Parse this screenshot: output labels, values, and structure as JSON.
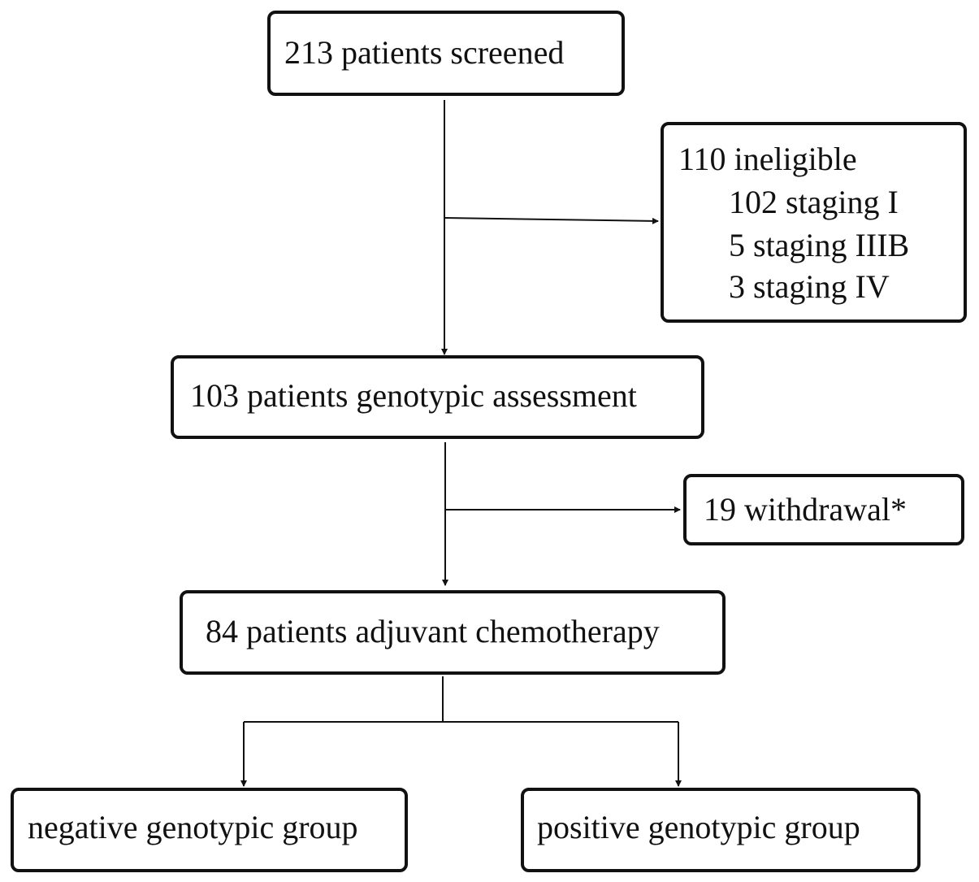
{
  "flowchart": {
    "screened": "213 patients screened",
    "ineligible": {
      "title": "110 ineligible",
      "reasons": [
        "102 staging I",
        "5 staging IIIB",
        "3 staging IV"
      ]
    },
    "assessment": "103 patients genotypic assessment",
    "withdrawal": "19 withdrawal*",
    "chemotherapy": "84 patients adjuvant chemotherapy",
    "negative_group": "negative genotypic group",
    "positive_group": "positive genotypic group"
  }
}
